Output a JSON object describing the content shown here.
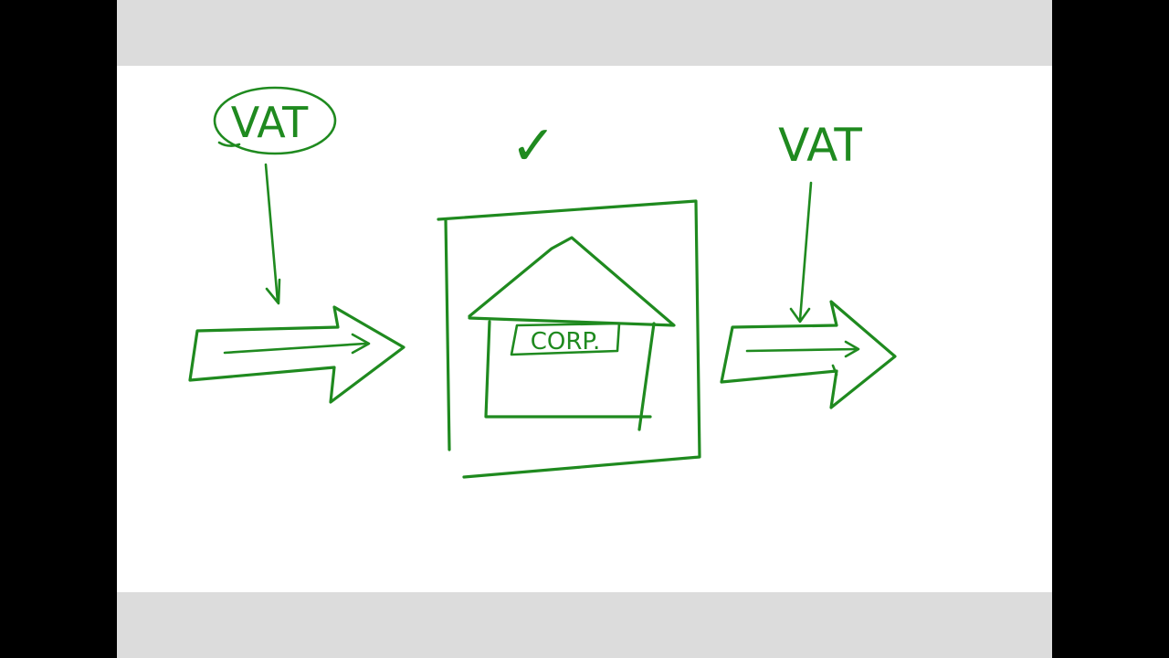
{
  "colors": {
    "ink": "#1f8a1f",
    "letterbox": "#000000",
    "band": "#dcdcdc",
    "board": "#ffffff"
  },
  "labels": {
    "vat_in": "VAT",
    "vat_out": "VAT",
    "check": "✓",
    "corp": "CORP."
  }
}
